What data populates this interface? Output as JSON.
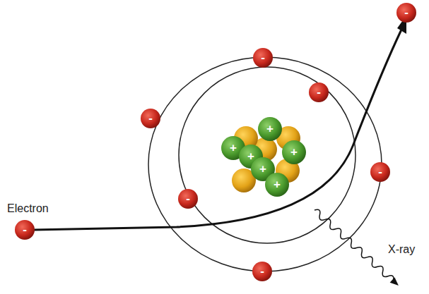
{
  "diagram": {
    "labels": [
      "Electron",
      "X-ray",
      "-",
      "-",
      "-",
      "-",
      "-",
      "-",
      "-",
      "-",
      "+",
      "+",
      "+",
      "+",
      "+",
      "+"
    ]
  }
}
